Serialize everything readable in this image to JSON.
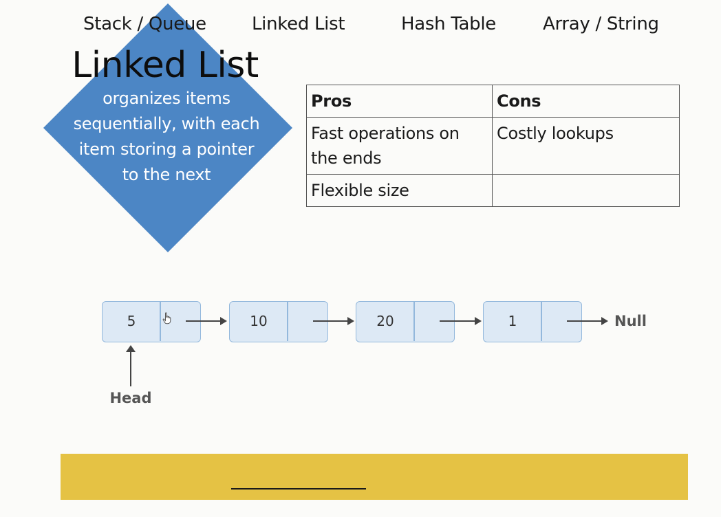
{
  "slide": {
    "title": "Linked List",
    "description_lines": [
      "organizes items",
      "sequentially, with each",
      "item storing a pointer",
      "to the next"
    ],
    "accent_color": "#4c86c5",
    "nav_color": "#e5c244"
  },
  "table": {
    "headers": [
      "Pros",
      "Cons"
    ],
    "rows": [
      [
        "Fast operations on the ends",
        "Costly lookups"
      ],
      [
        "Flexible size",
        ""
      ]
    ]
  },
  "diagram": {
    "nodes": [
      "5",
      "10",
      "20",
      "1"
    ],
    "terminal_label": "Null",
    "head_label": "Head",
    "node_fill": "#dde9f5",
    "node_border": "#93b8dc",
    "cursor_icon": "hand-pointer-icon"
  },
  "nav": {
    "items": [
      "Stack / Queue",
      "Linked List",
      "Hash Table",
      "Array / String"
    ],
    "active": "Linked List"
  }
}
